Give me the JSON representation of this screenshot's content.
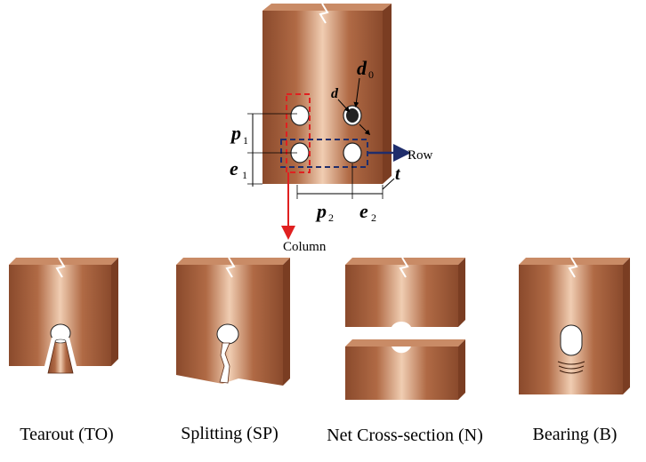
{
  "colors": {
    "copper_dark": "#8a4a2c",
    "copper_mid": "#b06a45",
    "copper_light": "#e8c0a2",
    "side_face": "#7a3d22",
    "top_face": "#c98b66",
    "row_box": "#1f2d6b",
    "column_box": "#e02020",
    "bolt": "#222222"
  },
  "main": {
    "labels": {
      "p": "p",
      "p_sub": "1",
      "e": "e",
      "e_sub": "1",
      "p2": "p",
      "p2_sub": "2",
      "e2": "e",
      "e2_sub": "2",
      "d": "d",
      "d0": "d",
      "d0_sub": "0",
      "t": "t",
      "row": "Row",
      "column": "Column"
    }
  },
  "failure_modes": [
    {
      "id": "tearout",
      "caption": "Tearout (TO)"
    },
    {
      "id": "splitting",
      "caption": "Splitting (SP)"
    },
    {
      "id": "net-cross-section",
      "caption": "Net Cross-section (N)"
    },
    {
      "id": "bearing",
      "caption": "Bearing (B)"
    }
  ]
}
